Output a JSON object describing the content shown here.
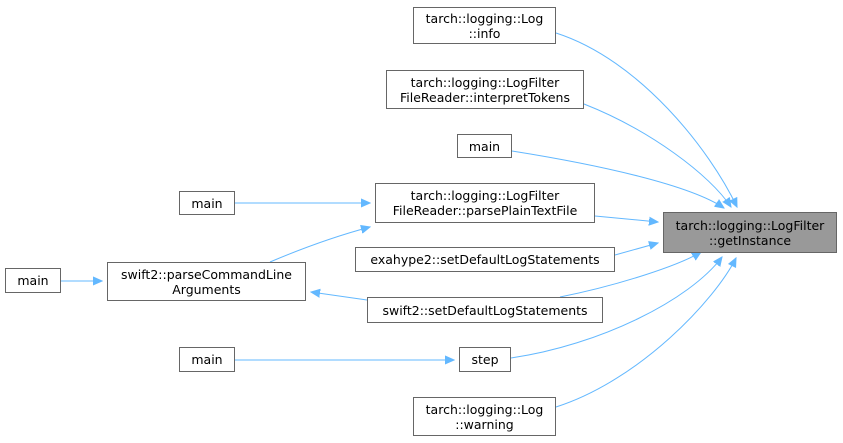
{
  "colors": {
    "edge": "#63b8ff",
    "node_border": "#666666",
    "focus_fill": "#999999"
  },
  "nodes": {
    "log_info": {
      "line1": "tarch::logging::Log",
      "line2": "::info"
    },
    "interpret_tokens": {
      "line1": "tarch::logging::LogFilter",
      "line2": "FileReader::interpretTokens"
    },
    "main_a": {
      "line1": "main"
    },
    "main_b": {
      "line1": "main"
    },
    "parse_plain": {
      "line1": "tarch::logging::LogFilter",
      "line2": "FileReader::parsePlainTextFile"
    },
    "get_instance": {
      "line1": "tarch::logging::LogFilter",
      "line2": "::getInstance"
    },
    "exahype_set": {
      "line1": "exahype2::setDefaultLogStatements"
    },
    "main_c": {
      "line1": "main"
    },
    "swift_parse": {
      "line1": "swift2::parseCommandLine",
      "line2": "Arguments"
    },
    "swift_set": {
      "line1": "swift2::setDefaultLogStatements"
    },
    "main_d": {
      "line1": "main"
    },
    "step": {
      "line1": "step"
    },
    "log_warning": {
      "line1": "tarch::logging::Log",
      "line2": "::warning"
    }
  }
}
